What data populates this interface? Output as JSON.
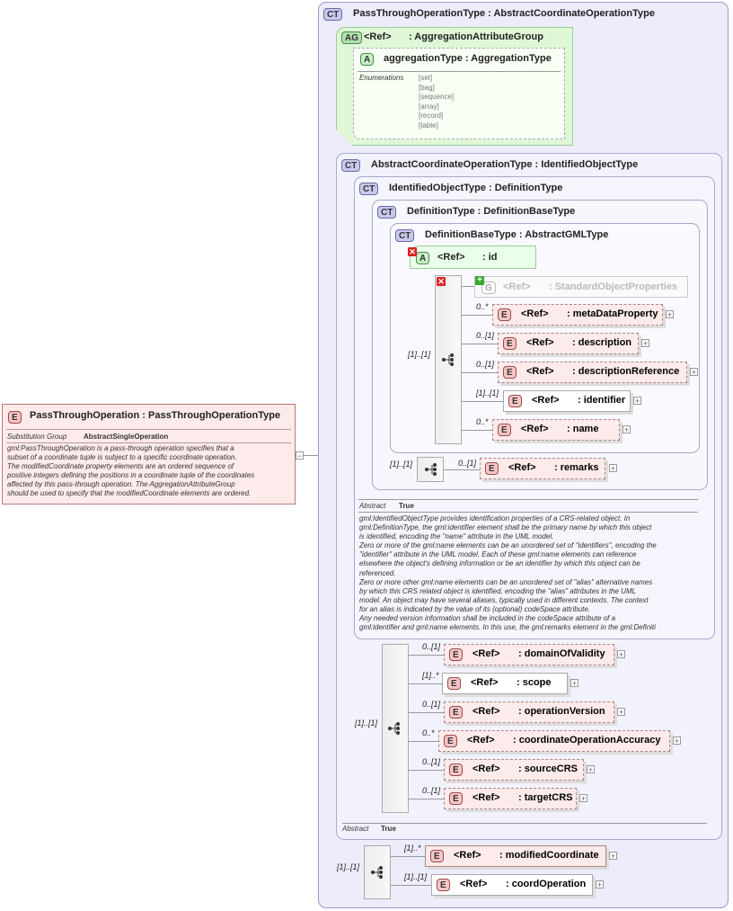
{
  "root_element": {
    "badge": "E",
    "title": "PassThroughOperation : PassThroughOperationType",
    "substitution_label": "Substitution Group",
    "substitution_value": "AbstractSingleOperation",
    "description": [
      "gml:PassThroughOperation is a pass-through operation specifies that a",
      "subset of a coordinate tuple is subject to a specific coordinate operation.",
      "The modifiedCoordinate property elements are an ordered sequence of",
      "positive integers defining the positions in a coordinate tuple of the coordinates",
      "affected by this pass-through operation. The AggregationAttributeGroup",
      "should be used to specify that the modifiedCoordinate elements are ordered."
    ]
  },
  "outer_type": {
    "badge": "CT",
    "title": "PassThroughOperationType : AbstractCoordinateOperationType"
  },
  "attr_group": {
    "badge": "AG",
    "ref": "<Ref>",
    "type": ": AggregationAttributeGroup",
    "attr_badge": "A",
    "attr_title": "aggregationType : AggregationType",
    "enum_label": "Enumerations",
    "enums": [
      "[set]",
      "[bag]",
      "[sequence]",
      "[array]",
      "[record]",
      "[table]"
    ]
  },
  "acot": {
    "badge": "CT",
    "title": "AbstractCoordinateOperationType : IdentifiedObjectType"
  },
  "iot": {
    "badge": "CT",
    "title": "IdentifiedObjectType : DefinitionType"
  },
  "dt": {
    "badge": "CT",
    "title": "DefinitionType : DefinitionBaseType"
  },
  "dbt": {
    "badge": "CT",
    "title": "DefinitionBaseType : AbstractGMLType"
  },
  "id_attr": {
    "badge": "A",
    "ref": "<Ref>",
    "type": ": id"
  },
  "std_obj": {
    "badge": "G",
    "ref": "<Ref>",
    "type": ": StandardObjectProperties"
  },
  "dbt_elements": [
    {
      "card": "0..*",
      "ref": "<Ref>",
      "type": ": metaDataProperty"
    },
    {
      "card": "0..[1]",
      "ref": "<Ref>",
      "type": ": description"
    },
    {
      "card": "0..[1]",
      "ref": "<Ref>",
      "type": ": descriptionReference"
    },
    {
      "card": "[1]..[1]",
      "ref": "<Ref>",
      "type": ": identifier"
    },
    {
      "card": "0..*",
      "ref": "<Ref>",
      "type": ": name"
    }
  ],
  "dbt_seq_card": "[1]..[1]",
  "remarks": {
    "seq_card": "[1]..[1]",
    "card": "0..[1]",
    "ref": "<Ref>",
    "type": ": remarks"
  },
  "iot_abstract": {
    "label": "Abstract",
    "value": "True",
    "description": [
      "gml:IdentifiedObjectType provides identification properties of a CRS-related object. In",
      "gml:DefinitionType, the gml:identifier element shall be the primary name by which this object",
      "is identified, encoding the \"name\" attribute in the UML model.",
      "Zero or more of the gml:name elements can be an unordered set of \"identifiers\", encoding the",
      "\"identifier\" attribute in the UML model. Each of these gml:name elements can reference",
      "elsewhere the object's defining information or be an identifier by which this object can be",
      "referenced.",
      "Zero or more other gml:name elements can be an unordered set of \"alias\" alternative names",
      "by which this CRS related object is identified, encoding the \"alias\" attributes in the UML",
      "model. An object may have several aliases, typically used in different contexts. The context",
      "for an alias is indicated by the value of its (optional) codeSpace attribute.",
      "Any needed version information shall be included in the codeSpace attribute of a",
      "gml:identifier and gml:name elements. In this use, the gml:remarks element in the gml:Definiti"
    ]
  },
  "acot_seq_card": "[1]..[1]",
  "acot_elements": [
    {
      "card": "0..[1]",
      "ref": "<Ref>",
      "type": ": domainOfValidity"
    },
    {
      "card": "[1]..*",
      "ref": "<Ref>",
      "type": ": scope"
    },
    {
      "card": "0..[1]",
      "ref": "<Ref>",
      "type": ": operationVersion"
    },
    {
      "card": "0..*",
      "ref": "<Ref>",
      "type": ": coordinateOperationAccuracy"
    },
    {
      "card": "0..[1]",
      "ref": "<Ref>",
      "type": ": sourceCRS"
    },
    {
      "card": "0..[1]",
      "ref": "<Ref>",
      "type": ": targetCRS"
    }
  ],
  "acot_abstract": {
    "label": "Abstract",
    "value": "True"
  },
  "outer_seq_card": "[1]..[1]",
  "outer_elements": [
    {
      "card": "[1]..*",
      "ref": "<Ref>",
      "type": ": modifiedCoordinate"
    },
    {
      "card": "[1]..[1]",
      "ref": "<Ref>",
      "type": ": coordOperation"
    }
  ],
  "colors": {
    "complex_type_bg": "#ececfb",
    "element_bg": "#fdeaea",
    "attr_group_bg": "#dff7d6"
  }
}
